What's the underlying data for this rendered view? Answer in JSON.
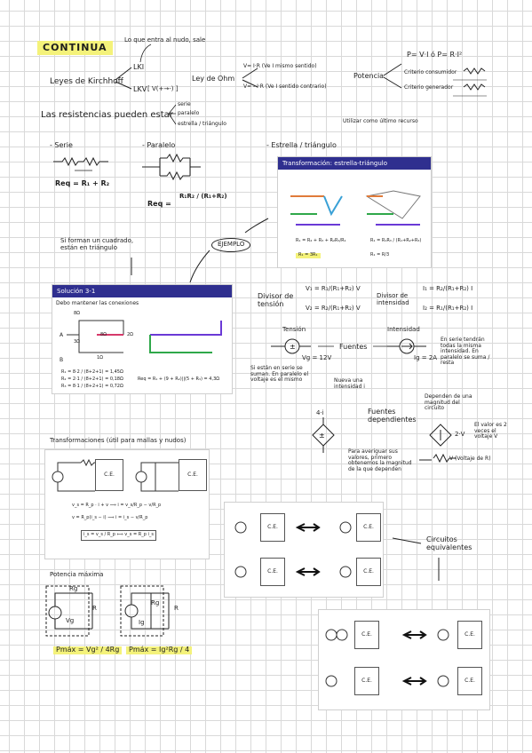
{
  "title": "CONTINUA",
  "kirchhoff": {
    "heading": "Leyes de Kirchhoff",
    "lki": "LKI",
    "lkv": "LKV",
    "lkv_note": "[ V(+→-) ]",
    "lki_note": "Lo que entra al nudo, sale"
  },
  "ohm": {
    "heading": "Ley de Ohm",
    "line1": "V= I·R  (Ve I mismo sentido)",
    "line2": "V= - I·R  (Ve I sentido contrario)"
  },
  "potencia": {
    "heading": "Potencia",
    "formula": "P= V·I  ó  P= R·I²",
    "consumidor": "Criterio consumidor",
    "generador": "Criterio generador"
  },
  "resistencias": {
    "heading": "Las resistencias pueden estar",
    "items": [
      "serie",
      "paralelo",
      "estrella / triángulo"
    ]
  },
  "serie": {
    "label": "- Serie",
    "formula": "Req = R₁ + R₂"
  },
  "paralelo": {
    "label": "- Paralelo",
    "req": "Req =",
    "formula": "R₁R₂ / (R₁+R₂)"
  },
  "estrella": {
    "label": "- Estrella / triángulo",
    "note": "Utilizar como último recurso"
  },
  "slide_star": {
    "header": "Transformación: estrella-triángulo",
    "eq1": "R₁ = R₂ + R₃ + R₂R₃/R₁",
    "eq2": "R₁ = R₁R₃ / (R₁+R₂+R₃)",
    "eq3": "R₁ = R/3",
    "highlight": "R₁ = 3R₁"
  },
  "note_cuadrado": "Si forman un cuadrado, están en triángulo",
  "ejemplo": "EJEMPLO",
  "slide_sol": {
    "header": "Solución 3-1",
    "subtitle": "Debo mantener las conexiones",
    "labels": [
      "8Ω",
      "3Ω",
      "8Ω",
      "2Ω",
      "1Ω",
      "A",
      "B"
    ],
    "eqs": [
      "R₁ = 8·2 / (8+2+1) = 1,45Ω",
      "R₂ = 2·1 / (8+2+1) = 0,18Ω",
      "R₃ = 8·1 / (8+2+1) = 0,72Ω"
    ],
    "req": "Req = R₁ + (9 + R₂)||(5 + R₃) = 4,3Ω"
  },
  "divisor": {
    "tension": "Divisor de tensión",
    "intensidad": "Divisor de intensidad",
    "v1": "V₁ = R₁/(R₁+R₂) V",
    "v2": "V₂ = R₂/(R₁+R₂) V",
    "i1": "I₁ = R₂/(R₁+R₂) I",
    "i2": "I₂ = R₁/(R₁+R₂) I"
  },
  "fuentes": {
    "heading": "Fuentes",
    "tension": "Tensión",
    "intensidad": "Intensidad",
    "vg": "Vg = 12V",
    "ig": "Ig = 2A",
    "note_t": "Si están en serie se suman. En paralelo el voltaje es el mismo",
    "note_i": "En serie tendrán todas la misma intensidad. En paralelo se suma / resta"
  },
  "dependientes": {
    "heading": "Fuentes dependientes",
    "n1": "Nueva una intensidad i",
    "n2": "Dependen de una magnitud del circuito",
    "formula": "4·i",
    "n3": "Para averiguar sus valores, primero obtenemos la magnitud de la que dependen",
    "n4": "El valor es 2 veces el voltaje V",
    "v2": "2·V",
    "vlabel": "V (Voltaje de R)"
  },
  "transformaciones": {
    "heading": "Transformaciones (útil para mallas y nudos)",
    "ce": "C.E.",
    "eq1": "v_s = R_p · i + v  ⟹  i = v_s/R_p − v/R_p",
    "eq2": "v = R_p(i_s − i)  ⟹  i = i_s − v/R_p",
    "eq3": "i_s = v_s / R_p  ⟺  v_s = R_p i_s"
  },
  "equivalentes": "Circuitos equivalentes",
  "pmax": {
    "heading": "Potencia máxima",
    "f1": "Pmáx = Vg² / 4Rg",
    "f2": "Pmáx = Ig²Rg / 4",
    "r": "R",
    "rg": "Rg",
    "vg": "Vg",
    "ig": "Ig"
  },
  "colors": {
    "highlight": "#f4f27a",
    "slide_header": "#2f2f8f",
    "grid": "#d9d9d9"
  }
}
